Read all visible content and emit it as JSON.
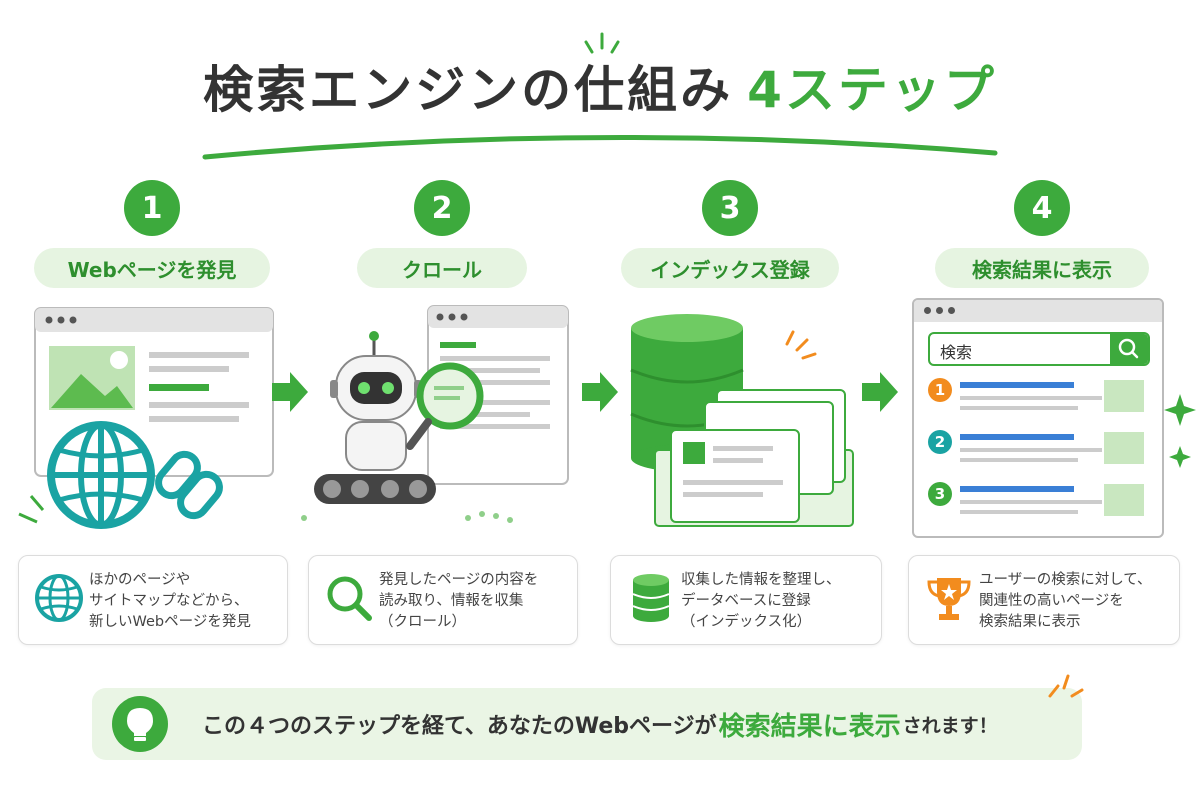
{
  "title": {
    "main": "検索エンジンの仕組み",
    "accent": "4ステップ"
  },
  "colors": {
    "green": "#3daa3d",
    "light_green": "#e6f4e1",
    "teal": "#1aa3a3",
    "orange": "#f28c1e",
    "blue": "#3a7fd6"
  },
  "steps": [
    {
      "number": "1",
      "label": "Webページを発見",
      "desc": [
        "ほかのページや",
        "サイトマップなどから、",
        "新しいWebページを発見"
      ],
      "icon": "globe-icon"
    },
    {
      "number": "2",
      "label": "クロール",
      "desc": [
        "発見したページの内容を",
        "読み取り、情報を収集",
        "（クロール）"
      ],
      "icon": "magnifier-icon"
    },
    {
      "number": "3",
      "label": "インデックス登録",
      "desc": [
        "収集した情報を整理し、",
        "データベースに登録",
        "（インデックス化）"
      ],
      "icon": "database-icon"
    },
    {
      "number": "4",
      "label": "検索結果に表示",
      "desc": [
        "ユーザーの検索に対して、",
        "関連性の高いページを",
        "検索結果に表示"
      ],
      "icon": "trophy-icon"
    }
  ],
  "search_box": {
    "placeholder": "検索"
  },
  "results": [
    "1",
    "2",
    "3"
  ],
  "banner": {
    "pre": "この４つのステップを経て、あなたのWebページが",
    "highlight": "検索結果に表示",
    "post": "されます！"
  }
}
